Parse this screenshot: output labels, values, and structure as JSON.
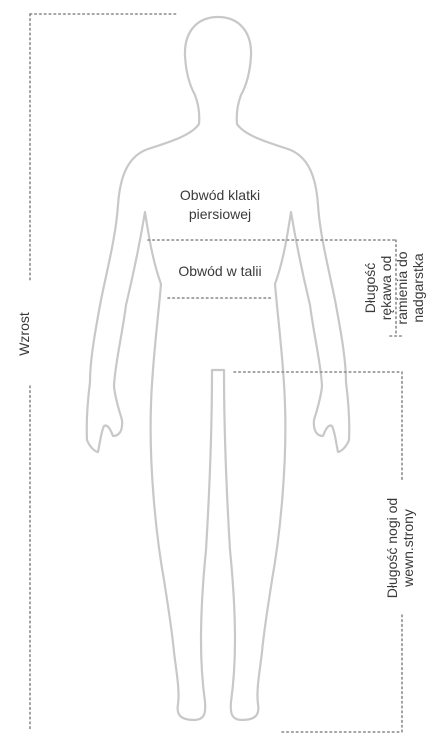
{
  "labels": {
    "chest_line1": "Obwód klatki",
    "chest_line2": "piersiowej",
    "waist": "Obwód w talii",
    "height": "Wzrost",
    "sleeve_line1": "Długość",
    "sleeve_line2": "rękawa od",
    "sleeve_line3": "ramienia do",
    "sleeve_line4": "nadgarstka",
    "leg_line1": "Długość nogi od",
    "leg_line2": "wewn.strony"
  },
  "colors": {
    "silhouette_outline": "#c8c8c8",
    "measure_dots": "#8a8a8a",
    "text": "#3a3a3a",
    "background": "#ffffff"
  }
}
